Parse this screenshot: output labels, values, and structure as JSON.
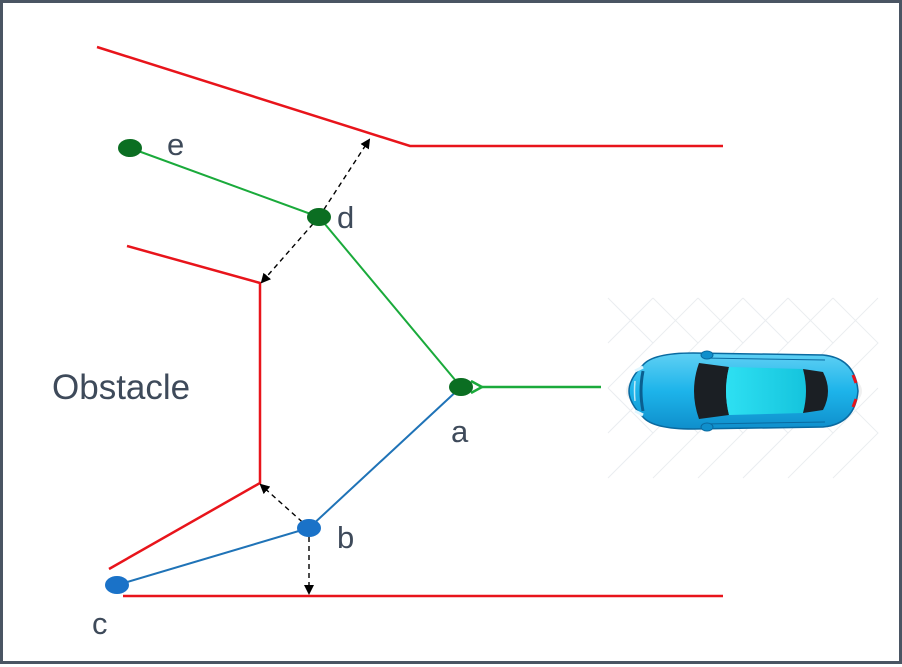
{
  "labels": {
    "obstacle": "Obstacle",
    "a": "a",
    "b": "b",
    "c": "c",
    "d": "d",
    "e": "e"
  },
  "colors": {
    "boundary": "#e8141b",
    "green_path": "#1aaa3b",
    "green_node": "#0b6e22",
    "blue_path": "#1f73b7",
    "blue_node": "#1a72c8",
    "arrow_dashed": "#000000",
    "text": "#3e4a5a",
    "frame": "#4a5563"
  },
  "icons": {
    "vehicle": "car-icon"
  }
}
